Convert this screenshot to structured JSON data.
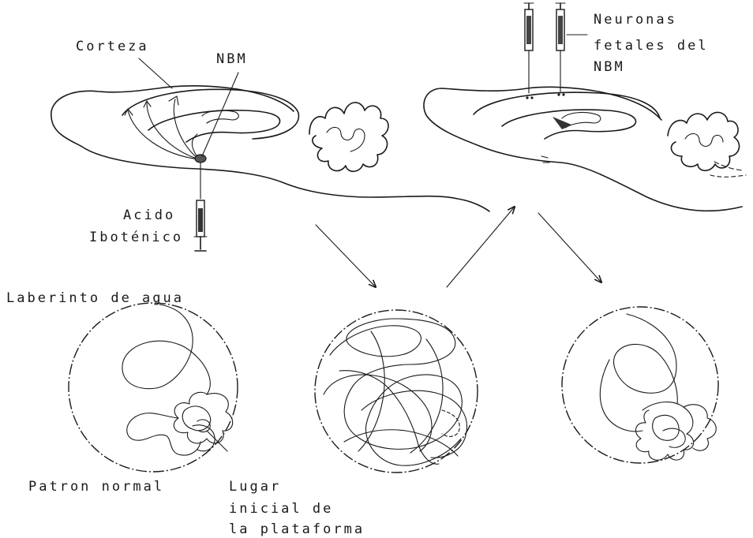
{
  "labels": {
    "corteza": "Corteza",
    "nbm": "NBM",
    "acido": "Acido",
    "ibotenico": "Iboténico",
    "neuronas": "Neuronas",
    "fetales_del": "fetales del",
    "nbm_right": "NBM",
    "laberinto": "Laberinto de agua",
    "patron": "Patron normal",
    "lugar": "Lugar",
    "inicial": "inicial de",
    "plataforma": "la plataforma"
  },
  "icons": [
    "syringe-icon",
    "arrow-icon",
    "brain-sagittal-icon",
    "water-maze-icon"
  ]
}
